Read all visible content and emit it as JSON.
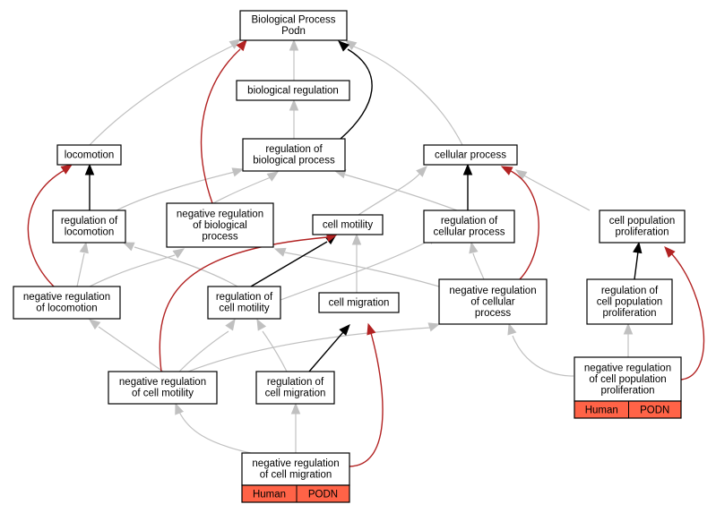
{
  "nodes": {
    "bp_podn": [
      "Biological Process",
      "Podn"
    ],
    "bio_reg": [
      "biological regulation"
    ],
    "reg_bio": [
      "regulation of",
      "biological process"
    ],
    "cellular": [
      "cellular process"
    ],
    "locomotion": [
      "locomotion"
    ],
    "reg_loco": [
      "regulation of",
      "locomotion"
    ],
    "neg_bio": [
      "negative regulation",
      "of biological",
      "process"
    ],
    "cell_motility": [
      "cell motility"
    ],
    "reg_cellular": [
      "regulation of",
      "cellular process"
    ],
    "cell_pop": [
      "cell population",
      "proliferation"
    ],
    "neg_loco": [
      "negative regulation",
      "of locomotion"
    ],
    "reg_motility": [
      "regulation of",
      "cell motility"
    ],
    "cell_migration": [
      "cell migration"
    ],
    "neg_cellular": [
      "negative regulation",
      "of cellular",
      "process"
    ],
    "reg_pop": [
      "regulation of",
      "cell population",
      "proliferation"
    ],
    "neg_motility": [
      "negative regulation",
      "of cell motility"
    ],
    "reg_migration": [
      "regulation of",
      "cell migration"
    ],
    "neg_pop": [
      "negative regulation",
      "of cell population",
      "proliferation"
    ],
    "neg_migration": [
      "negative regulation",
      "of cell migration"
    ]
  },
  "annotations": {
    "neg_migration": {
      "species": "Human",
      "gene": "PODN"
    },
    "neg_pop": {
      "species": "Human",
      "gene": "PODN"
    }
  },
  "colors": {
    "gray_edge": "#c0c0c0",
    "black_edge": "#000000",
    "red_edge": "#b22222",
    "annotation_fill": "#ff6347",
    "node_border": "#000000",
    "node_fill": "#ffffff"
  }
}
